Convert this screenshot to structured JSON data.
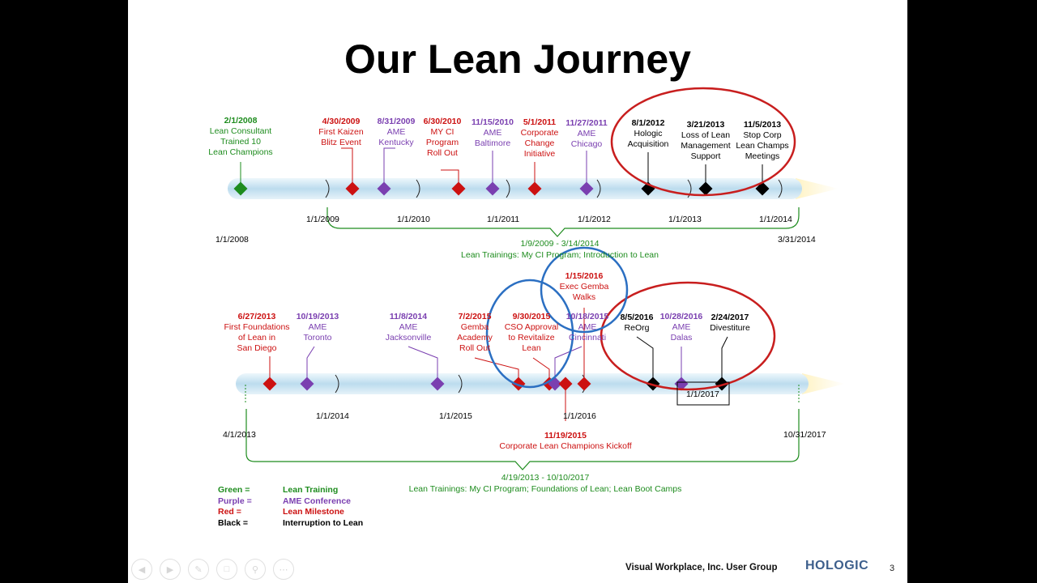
{
  "slide": {
    "title": "Our Lean Journey",
    "footer": "Visual Workplace, Inc. User Group",
    "logo": "HOLOGIC",
    "page": "3"
  },
  "colors": {
    "green": "#1e8c1e",
    "purple": "#7a3fb0",
    "red": "#cc1111",
    "black": "#000000",
    "bar": "#cfe6f3",
    "circle_red": "#c81e1e",
    "circle_blue": "#2b6fc2"
  },
  "timeline1": {
    "start": "1/1/2008",
    "end": "3/31/2014",
    "axis_labels": [
      "1/1/2009",
      "1/1/2010",
      "1/1/2011",
      "1/1/2012",
      "1/1/2013",
      "1/1/2014"
    ],
    "events": [
      {
        "date": "2/1/2008",
        "text": "Lean Consultant\nTrained 10\nLean Champions",
        "cat": "green"
      },
      {
        "date": "4/30/2009",
        "text": "First Kaizen\nBlitz Event",
        "cat": "red"
      },
      {
        "date": "8/31/2009",
        "text": "AME\nKentucky",
        "cat": "purple"
      },
      {
        "date": "6/30/2010",
        "text": "MY CI\nProgram\nRoll Out",
        "cat": "red"
      },
      {
        "date": "11/15/2010",
        "text": "AME\nBaltimore",
        "cat": "purple"
      },
      {
        "date": "5/1/2011",
        "text": "Corporate\nChange\nInitiative",
        "cat": "red"
      },
      {
        "date": "11/27/2011",
        "text": "AME\nChicago",
        "cat": "purple"
      },
      {
        "date": "8/1/2012",
        "text": "Hologic\nAcquisition",
        "cat": "black"
      },
      {
        "date": "3/21/2013",
        "text": "Loss of Lean\nManagement\nSupport",
        "cat": "black"
      },
      {
        "date": "11/5/2013",
        "text": "Stop Corp\nLean Champs\nMeetings",
        "cat": "black"
      }
    ],
    "range": {
      "dates": "1/9/2009 - 3/14/2014",
      "label": "Lean Trainings:  My CI Program; Introduction to Lean"
    }
  },
  "timeline2": {
    "start": "4/1/2013",
    "end": "10/31/2017",
    "axis_labels": [
      "1/1/2014",
      "1/1/2015",
      "1/1/2016"
    ],
    "overlay_label": "1/1/2017",
    "events": [
      {
        "date": "6/27/2013",
        "text": "First Foundations\nof Lean in\nSan Diego",
        "cat": "red"
      },
      {
        "date": "10/19/2013",
        "text": "AME\nToronto",
        "cat": "purple"
      },
      {
        "date": "11/8/2014",
        "text": "AME\nJacksonville",
        "cat": "purple"
      },
      {
        "date": "7/2/2015",
        "text": "Gemba\nAcademy\nRoll Out",
        "cat": "red"
      },
      {
        "date": "9/30/2015",
        "text": "CSO Approval\nto Revitalize\nLean",
        "cat": "red"
      },
      {
        "date": "10/18/2015",
        "text": "AME\nCincinnati",
        "cat": "purple"
      },
      {
        "date": "1/15/2016",
        "text": "Exec Gemba\nWalks",
        "cat": "red"
      },
      {
        "date": "11/19/2015",
        "text": "Corporate Lean Champions Kickoff",
        "cat": "red"
      },
      {
        "date": "8/5/2016",
        "text": "ReOrg",
        "cat": "black"
      },
      {
        "date": "10/28/2016",
        "text": "AME\nDalas",
        "cat": "purple"
      },
      {
        "date": "2/24/2017",
        "text": "Divestiture",
        "cat": "black"
      }
    ],
    "range": {
      "dates": "4/19/2013 - 10/10/2017",
      "label": "Lean Trainings:  My CI Program; Foundations of Lean; Lean Boot Camps"
    }
  },
  "legend": [
    {
      "key": "Green =",
      "value": "Lean Training",
      "cat": "green"
    },
    {
      "key": "Purple =",
      "value": "AME Conference",
      "cat": "purple"
    },
    {
      "key": "Red =",
      "value": "Lean Milestone",
      "cat": "red"
    },
    {
      "key": "Black =",
      "value": "Interruption to Lean",
      "cat": "black"
    }
  ],
  "controls": [
    "previous-icon",
    "next-icon",
    "pen-icon",
    "slides-icon",
    "zoom-icon",
    "more-icon"
  ]
}
